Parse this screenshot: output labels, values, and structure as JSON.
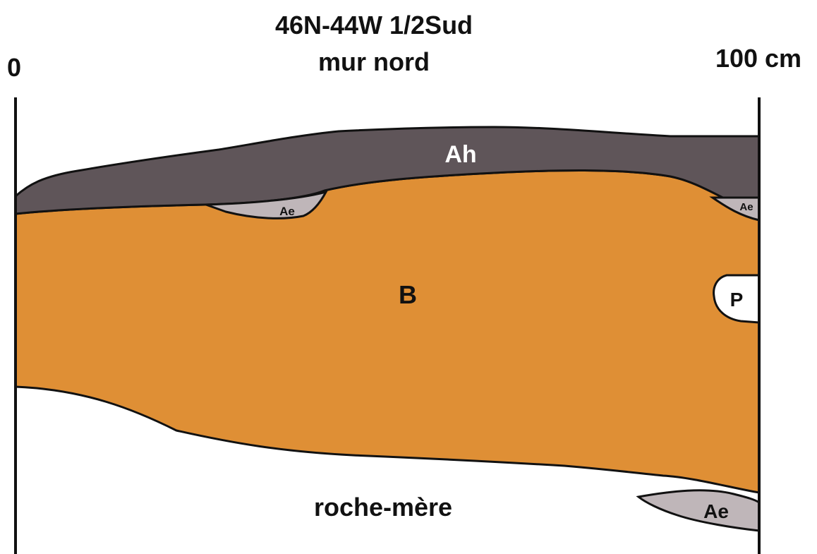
{
  "title": {
    "line1": "46N-44W 1/2Sud",
    "line2": "mur nord"
  },
  "scale": {
    "start": "0",
    "end": "100 cm"
  },
  "horizons": [
    {
      "id": "Ah",
      "label": "Ah",
      "color": "#5f5559"
    },
    {
      "id": "Ae",
      "label": "Ae",
      "color": "#bfb6b9"
    },
    {
      "id": "B",
      "label": "B",
      "color": "#df8f35"
    },
    {
      "id": "P",
      "label": "P",
      "color": "#ffffff"
    },
    {
      "id": "roche-mere",
      "label": "roche-mère",
      "color": "#ffffff"
    }
  ],
  "labels": {
    "ah": "Ah",
    "ae_left": "Ae",
    "ae_right_top": "Ae",
    "ae_bottom": "Ae",
    "b": "B",
    "p": "P",
    "bedrock": "roche-mère"
  },
  "colors": {
    "outline": "#111111",
    "ah": "#5f5559",
    "ae": "#bfb6b9",
    "b": "#df8f35",
    "background": "#ffffff"
  }
}
